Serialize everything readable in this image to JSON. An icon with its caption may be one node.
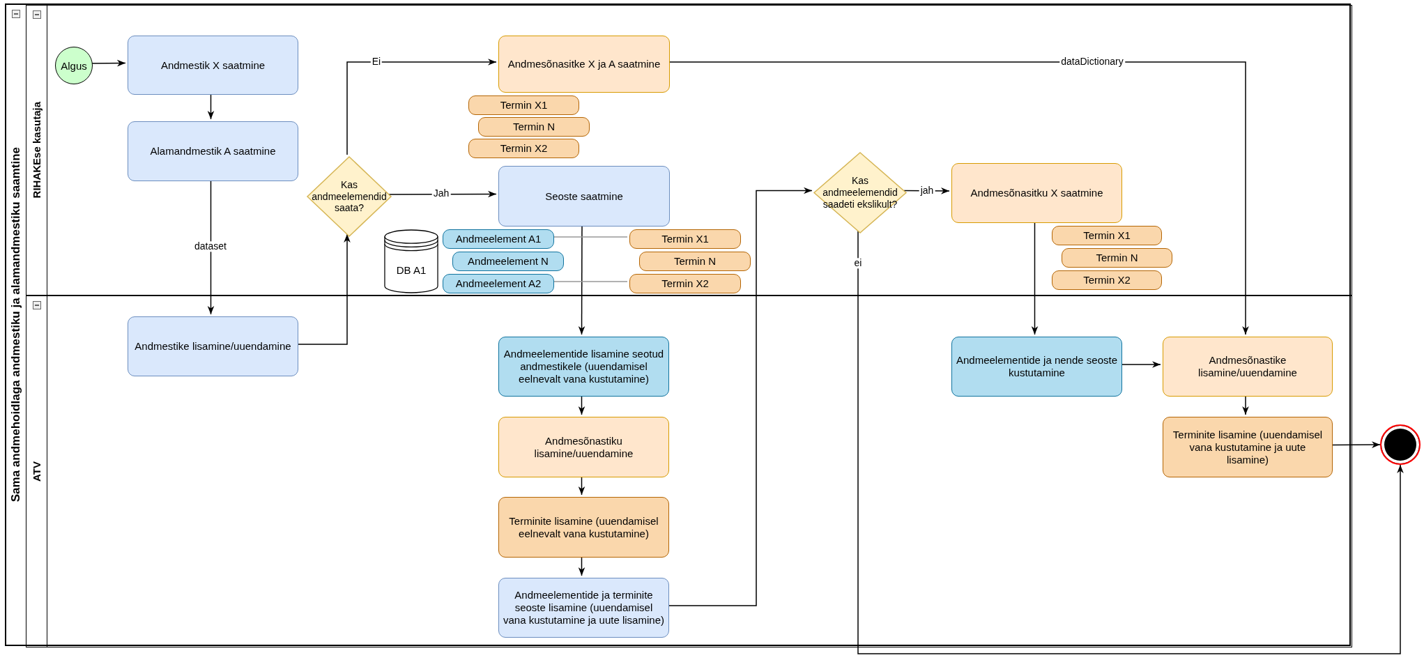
{
  "diagram": {
    "nodes": [
      {
        "text": [
          "Sama andmehoidlaga andmestiku ja alamandmestiku saamtine"
        ]
      },
      {
        "text": [
          "RIHAKEse kasutaja"
        ],
        "in": 0
      },
      {
        "text": [
          "ATV"
        ],
        "in": 0
      },
      {
        "text": [
          "Algus"
        ],
        "in": 1
      },
      {
        "text": [
          "Andmestik X saatmine"
        ],
        "in": 1
      },
      {
        "text": [
          "Alamandmestik A saatmine"
        ],
        "in": 1
      },
      {
        "text": [
          "Kas andmeelemendid saata?"
        ],
        "in": 1
      },
      {
        "text": [
          "Andmesõnasitke X ja A saatmine"
        ],
        "in": 1
      },
      {
        "text": [
          "Termin X1"
        ],
        "in": 1
      },
      {
        "text": [
          "Termin N"
        ],
        "in": 1
      },
      {
        "text": [
          "Termin X2"
        ],
        "in": 1
      },
      {
        "text": [
          "Seoste saatmine"
        ],
        "in": 1
      },
      {
        "text": [
          "DB A1"
        ],
        "in": 1
      },
      {
        "text": [
          "Andmeelement A1"
        ],
        "in": 1
      },
      {
        "text": [
          "Andmeelement N"
        ],
        "in": 1
      },
      {
        "text": [
          "Andmeelement A2"
        ],
        "in": 1
      },
      {
        "text": [
          "Termin X1"
        ],
        "in": 1
      },
      {
        "text": [
          "Termin N"
        ],
        "in": 1
      },
      {
        "text": [
          "Termin X2"
        ],
        "in": 1
      },
      {
        "text": [
          "Kas andmeelemendid saadeti ekslikult?"
        ],
        "in": 1
      },
      {
        "text": [
          "Andmesõnasitku X saatmine"
        ],
        "in": 1
      },
      {
        "text": [
          "Termin X1"
        ],
        "in": 1
      },
      {
        "text": [
          "Termin N"
        ],
        "in": 1
      },
      {
        "text": [
          "Termin X2"
        ],
        "in": 1
      },
      {
        "text": [
          "Andmestike lisamine/uuendamine"
        ],
        "in": 2
      },
      {
        "text": [
          "Andmeelementide lisamine seotud andmestikele (uuendamisel eelnevalt vana kustutamine)"
        ],
        "in": 2
      },
      {
        "text": [
          "Andmesõnastiku lisamine/uuendamine"
        ],
        "in": 2
      },
      {
        "text": [
          "Terminite lisamine (uuendamisel eelnevalt vana kustutamine)"
        ],
        "in": 2
      },
      {
        "text": [
          "Andmeelementide ja terminite seoste lisamine (uuendamisel vana kustutamine ja uute lisamine)"
        ],
        "in": 2
      },
      {
        "text": [
          "Andmeelementide ja nende seoste kustutamine"
        ],
        "in": 2
      },
      {
        "text": [
          "Andmesõnastike lisamine/uuendamine"
        ],
        "in": 2
      },
      {
        "text": [
          "Terminite lisamine (uuendamisel vana kustutamine ja uute lisamine)"
        ],
        "in": 2
      },
      {
        "text": [],
        "shape": "circle"
      }
    ],
    "edges": [
      {
        "from": 3,
        "to": 4,
        "arrow": "to"
      },
      {
        "from": 4,
        "to": 5,
        "arrow": "to"
      },
      {
        "from": 5,
        "to": 24,
        "arrow": "to",
        "label": "dataset"
      },
      {
        "from": 24,
        "to": 6,
        "arrow": "to"
      },
      {
        "from": 6,
        "to": 7,
        "arrow": "to",
        "label": "Ei"
      },
      {
        "from": 6,
        "to": 11,
        "arrow": "to",
        "label": "Jah"
      },
      {
        "from": 7,
        "to": 30,
        "arrow": "to",
        "label": "dataDictionary"
      },
      {
        "from": 11,
        "to": 25,
        "arrow": "to"
      },
      {
        "from": 13,
        "to": 16,
        "arrow": "none",
        "color": "#999999"
      },
      {
        "from": 15,
        "to": 18,
        "arrow": "none",
        "color": "#999999"
      },
      {
        "from": 25,
        "to": 26,
        "arrow": "to"
      },
      {
        "from": 26,
        "to": 27,
        "arrow": "to"
      },
      {
        "from": 27,
        "to": 28,
        "arrow": "to"
      },
      {
        "from": 28,
        "to": 19,
        "arrow": "to"
      },
      {
        "from": 19,
        "to": 20,
        "arrow": "to",
        "label": "jah"
      },
      {
        "from": 19,
        "to": 32,
        "arrow": "to",
        "label": "ei"
      },
      {
        "from": 20,
        "to": 29,
        "arrow": "to"
      },
      {
        "from": 29,
        "to": 30,
        "arrow": "to"
      },
      {
        "from": 30,
        "to": 31,
        "arrow": "to"
      },
      {
        "from": 31,
        "to": 32,
        "arrow": "to"
      }
    ]
  }
}
